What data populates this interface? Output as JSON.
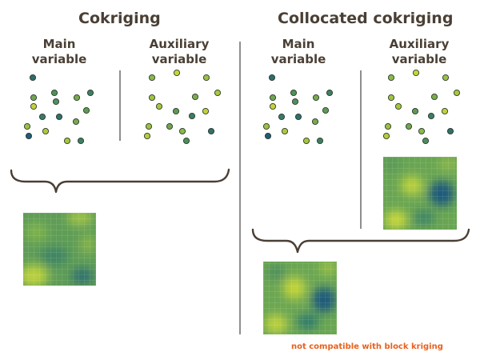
{
  "titles": {
    "cokriging": "Cokriging",
    "collocated": "Collocated cokriging"
  },
  "labels": {
    "main_line1": "Main",
    "main_line2": "variable",
    "aux_line1": "Auxiliary",
    "aux_line2": "variable"
  },
  "note": "not compatible with block kriging",
  "colors": {
    "text": "#4a3f35",
    "note": "#e8601c",
    "divider": "#444444",
    "brace": "#4a3f35"
  },
  "points": {
    "main": [
      [
        0,
        0.88,
        "#2e6e6a"
      ],
      [
        0,
        0.74,
        "#4f9159"
      ],
      [
        -1,
        0.77,
        "#78a950"
      ],
      [
        1,
        0.68,
        "#3f7f63"
      ],
      [
        0,
        0.72,
        "#6fa552"
      ],
      [
        -1,
        0.58,
        "#4e9060"
      ],
      [
        1,
        0.64,
        "#5e9a55"
      ],
      [
        2,
        0.7,
        "#3a7a65"
      ],
      [
        0,
        0.6,
        "#2f6f6c"
      ],
      [
        1,
        0.55,
        "#78a850"
      ],
      [
        2,
        0.57,
        "#9dc044"
      ],
      [
        -2,
        0.55,
        "#afc93e"
      ],
      [
        -1,
        0.5,
        "#1f5c78"
      ],
      [
        -2,
        0.49,
        "#a6c53e"
      ],
      [
        1,
        0.44,
        "#3c7f63"
      ],
      [
        2,
        0.42,
        "#c2d23a"
      ]
    ],
    "aux": [
      [
        0,
        0.88,
        "#8ab84a"
      ],
      [
        1,
        0.92,
        "#c6d63a"
      ],
      [
        2,
        0.88,
        "#9dc044"
      ],
      [
        0,
        0.74,
        "#7aab4e"
      ],
      [
        1,
        0.72,
        "#a8c640"
      ],
      [
        2,
        0.78,
        "#9ec343"
      ],
      [
        -1,
        0.68,
        "#5e9a55"
      ],
      [
        1,
        0.63,
        "#c0d23b"
      ],
      [
        2,
        0.62,
        "#3b7d66"
      ],
      [
        0,
        0.6,
        "#9dc044"
      ],
      [
        1,
        0.55,
        "#6fa552"
      ],
      [
        -1,
        0.58,
        "#8ab84a"
      ],
      [
        -2,
        0.5,
        "#b6cc3e"
      ],
      [
        0,
        0.52,
        "#2f6f6c"
      ],
      [
        1,
        0.45,
        "#4c8d5d"
      ],
      [
        2,
        0.48,
        "#a7c540"
      ]
    ]
  }
}
